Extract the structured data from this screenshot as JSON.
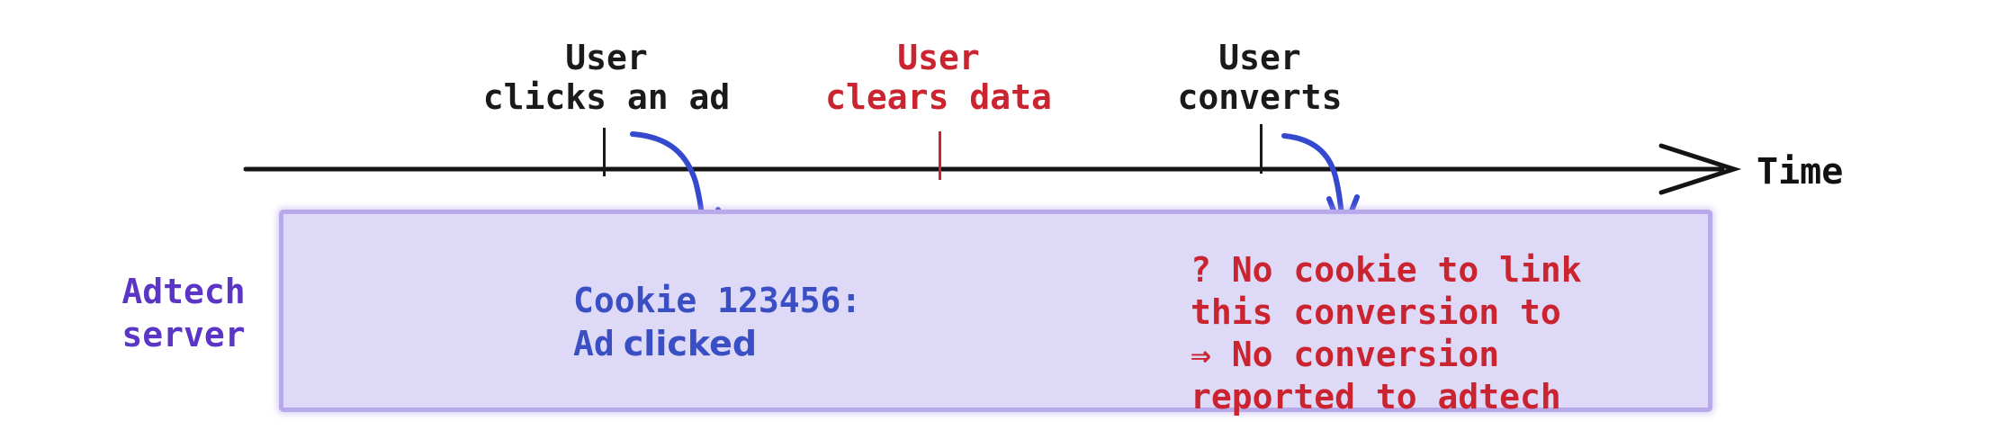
{
  "timeline": {
    "axis_label": "Time",
    "events": [
      {
        "line1": "User",
        "line2": "clicks an ad",
        "emphasis": "normal"
      },
      {
        "line1": "User",
        "line2": "clears data",
        "emphasis": "alert"
      },
      {
        "line1": "User",
        "line2": "converts",
        "emphasis": "normal"
      }
    ]
  },
  "server": {
    "line1": "Adtech",
    "line2": "server"
  },
  "cookie_note": {
    "line1": "Cookie 123456:",
    "line2_prefix": "Ad",
    "line2_emphasis": "clicked"
  },
  "failure_note": {
    "lines": [
      "? No cookie to link",
      "this conversion to",
      "⇒ No conversion",
      "reported to adtech"
    ]
  },
  "colors": {
    "axis_black": "#141414",
    "event_alert_red": "#cb2431",
    "note_blue": "#3a4fc3",
    "server_purple": "#5a35c6",
    "arrow_blue": "#3549cf",
    "box_fill": "#ded9f6",
    "box_border": "#b7a9ea"
  }
}
